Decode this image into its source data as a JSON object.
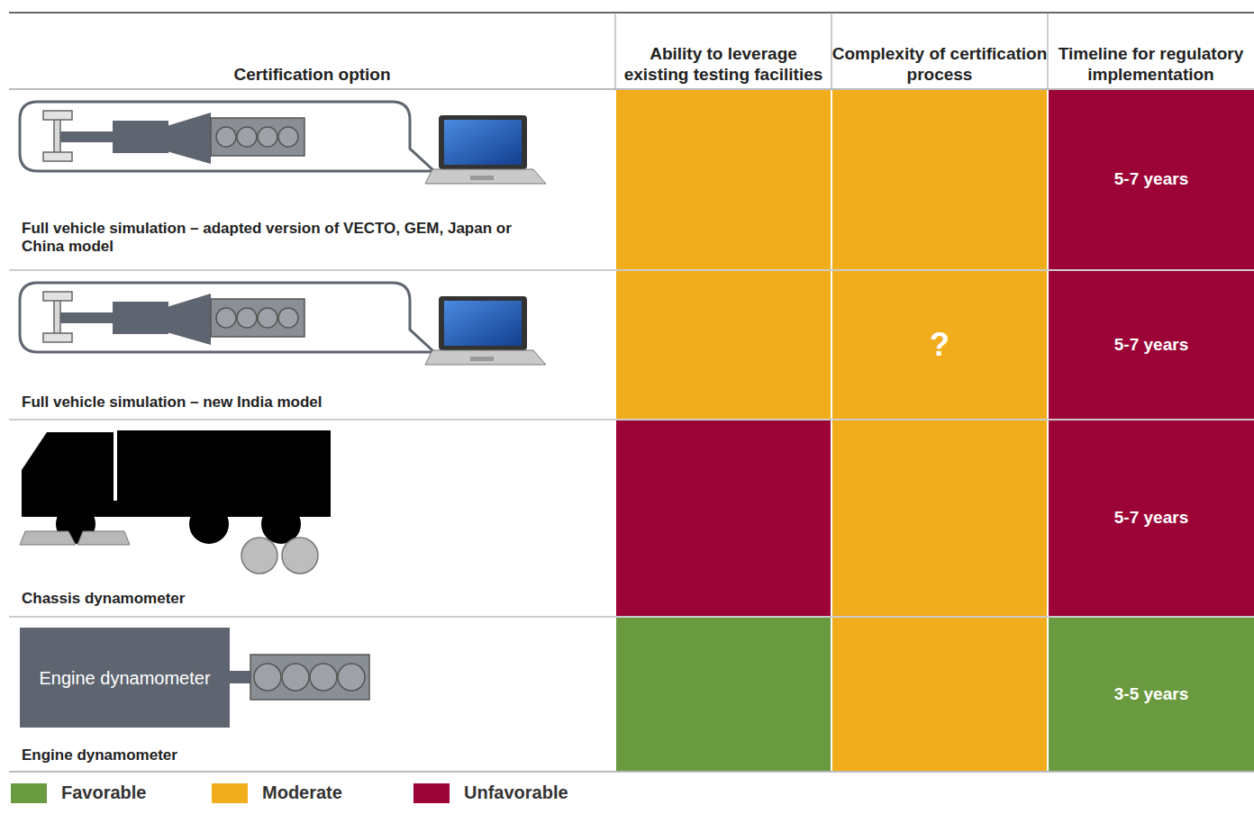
{
  "diagram": {
    "nodes": [
      {
        "text": [
          "5-7 years"
        ]
      },
      {
        "text": [
          "?"
        ]
      },
      {
        "text": [
          "5-7 years"
        ]
      },
      {
        "text": [
          "5-7 years"
        ]
      },
      {
        "text": [
          "Engine dynamometer"
        ]
      },
      {
        "text": [
          "3-5 years"
        ]
      }
    ],
    "labels": [
      "Certification option",
      "Ability to leverage existing testing facilities",
      "Complexity of certification process",
      "Timeline for regulatory implementation",
      "Full vehicle simulation – adapted version of VECTO, GEM, Japan or China model",
      "Full vehicle simulation – new India model",
      "Chassis dynamometer",
      "Engine dynamometer"
    ],
    "legend": [
      {
        "text": "Favorable",
        "color": "#6a9a3f"
      },
      {
        "text": "Moderate",
        "color": "#f2ad1c"
      },
      {
        "text": "Unfavorable",
        "color": "#9c0336"
      }
    ]
  }
}
